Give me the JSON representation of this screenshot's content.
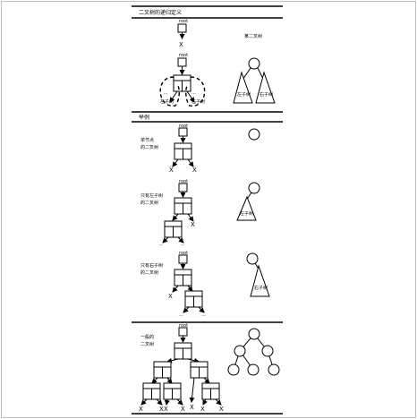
{
  "header": {
    "title": "二叉树的递归定义",
    "full_tree_label": "某二叉树"
  },
  "section_examples": "举例",
  "labels": {
    "root": "root",
    "null": "X",
    "left_subtree": "左子树",
    "right_subtree": "右子树",
    "ellipsis": "..."
  },
  "examples": [
    {
      "id": "single",
      "caption": [
        "单节点",
        "的二叉树"
      ]
    },
    {
      "id": "left-only",
      "caption": [
        "只有左子树",
        "的二叉树"
      ]
    },
    {
      "id": "right-only",
      "caption": [
        "只有右子树",
        "的二叉树"
      ]
    },
    {
      "id": "general",
      "caption": [
        "一般的",
        "二叉树"
      ]
    }
  ],
  "colors": {
    "line": "#000000",
    "frame": "#bfbfbf",
    "background": "#ffffff"
  }
}
